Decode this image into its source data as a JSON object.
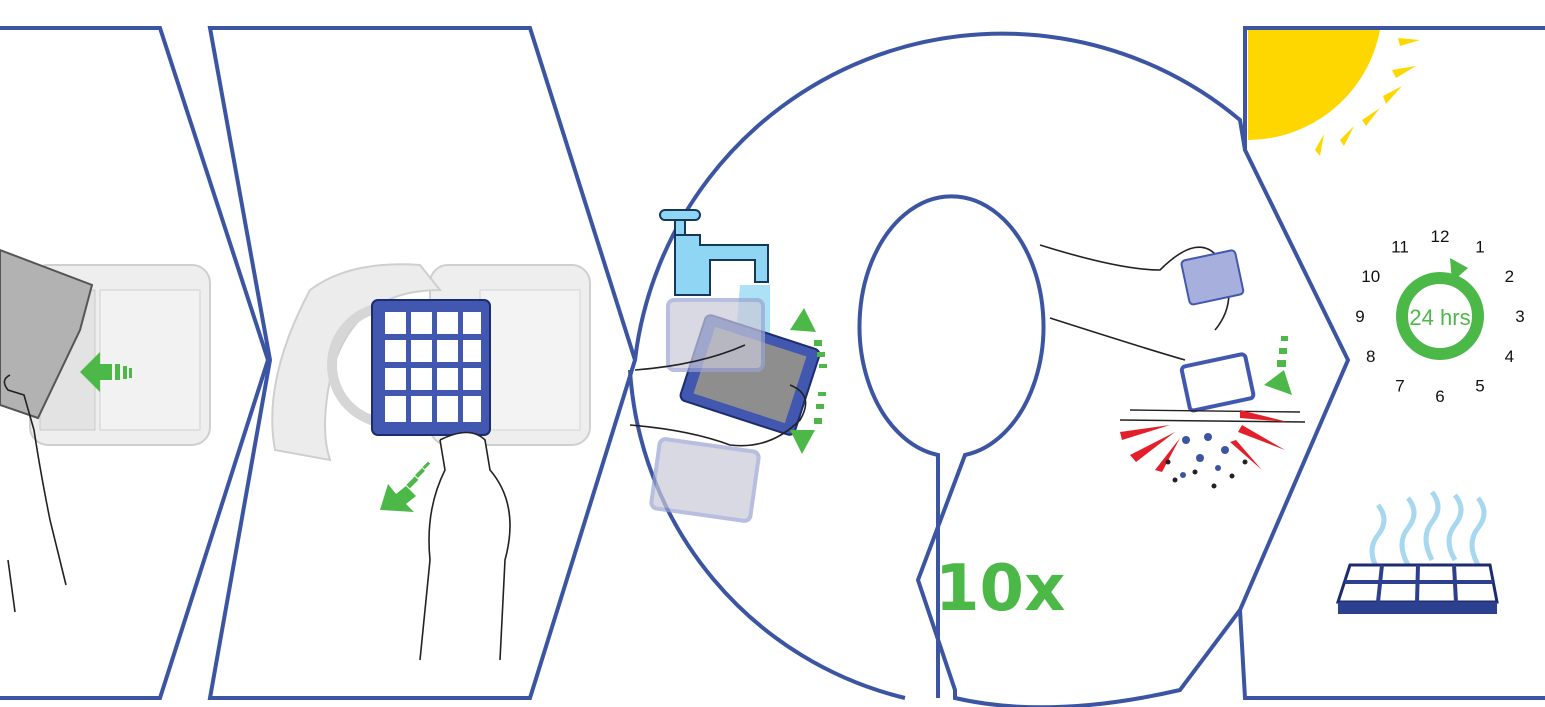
{
  "steps": [
    {
      "id": "step-1",
      "action": "remove filter cover"
    },
    {
      "id": "step-2",
      "action": "pull out filter"
    },
    {
      "id": "step-3",
      "action": "rinse filter under tap"
    },
    {
      "id": "step-4",
      "action": "tap out debris"
    },
    {
      "id": "step-5",
      "action": "dry filter"
    }
  ],
  "repeat_label": "10x",
  "clock": {
    "label": "24 hrs",
    "numbers": [
      "12",
      "1",
      "2",
      "3",
      "4",
      "5",
      "6",
      "7",
      "8",
      "9",
      "10",
      "11"
    ]
  },
  "colors": {
    "outline": "#3b55a3",
    "arrow": "#4cb848",
    "filter_blue": "#4258b0",
    "water": "#9fdcf5",
    "sun": "#ffd700",
    "debris_red": "#e3202a",
    "body_grey": "#e8e8e8"
  },
  "icons": [
    "tap-icon",
    "sun-icon",
    "clock-icon",
    "heat-waves-icon",
    "green-arrow-icon"
  ]
}
